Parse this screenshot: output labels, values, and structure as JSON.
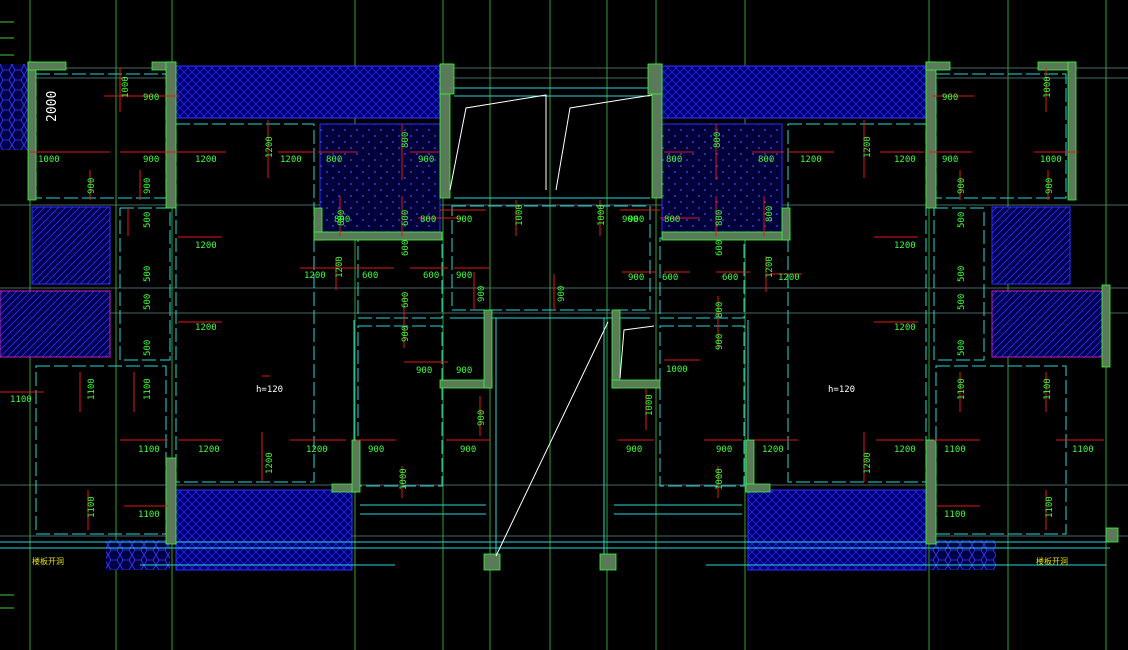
{
  "drawing": {
    "background": "#000000",
    "colors": {
      "grid": "#3cc83c",
      "wall": "#5a7a5a",
      "wall_edge": "#33ff33",
      "hatch_blue": "#1a1aff",
      "hatch_fill": "#00007a",
      "dim_line": "#e01818",
      "dim_text": "#39ff39",
      "cyan": "#28d6d6",
      "magenta": "#c020c0",
      "white": "#ffffff"
    },
    "vertical_dim_label": "2000",
    "slab_label_left": "h=120",
    "slab_label_right": "h=120",
    "stair_label_left": "楼板开洞",
    "stair_label_right": "楼板开洞",
    "dims_horizontal": [
      {
        "id": "d1",
        "t": "900"
      },
      {
        "id": "d2",
        "t": "1000"
      },
      {
        "id": "d3",
        "t": "900"
      },
      {
        "id": "d4",
        "t": "1200"
      },
      {
        "id": "d5",
        "t": "1200"
      },
      {
        "id": "d6",
        "t": "800"
      },
      {
        "id": "d7",
        "t": "900"
      },
      {
        "id": "d8",
        "t": "800"
      },
      {
        "id": "d9",
        "t": "800"
      },
      {
        "id": "d10",
        "t": "900"
      },
      {
        "id": "d11",
        "t": "900"
      },
      {
        "id": "d12",
        "t": "800"
      },
      {
        "id": "d13",
        "t": "800"
      },
      {
        "id": "d14",
        "t": "900"
      },
      {
        "id": "d15",
        "t": "800"
      },
      {
        "id": "d16",
        "t": "1200"
      },
      {
        "id": "d17",
        "t": "1200"
      },
      {
        "id": "d18",
        "t": "900"
      },
      {
        "id": "d19",
        "t": "1000"
      },
      {
        "id": "d20",
        "t": "900"
      },
      {
        "id": "d21",
        "t": "1200"
      },
      {
        "id": "d22",
        "t": "1200"
      },
      {
        "id": "d23",
        "t": "600"
      },
      {
        "id": "d24",
        "t": "600"
      },
      {
        "id": "d25",
        "t": "900"
      },
      {
        "id": "d26",
        "t": "900"
      },
      {
        "id": "d27",
        "t": "600"
      },
      {
        "id": "d28",
        "t": "600"
      },
      {
        "id": "d29",
        "t": "1200"
      },
      {
        "id": "d30",
        "t": "1200"
      },
      {
        "id": "d31",
        "t": "1200"
      },
      {
        "id": "d32",
        "t": "900"
      },
      {
        "id": "d33",
        "t": "1000"
      },
      {
        "id": "d34",
        "t": "1100"
      },
      {
        "id": "d35",
        "t": "1100"
      },
      {
        "id": "d36",
        "t": "1200"
      },
      {
        "id": "d37",
        "t": "1200"
      },
      {
        "id": "d38",
        "t": "900"
      },
      {
        "id": "d39",
        "t": "900"
      },
      {
        "id": "d40",
        "t": "900"
      },
      {
        "id": "d41",
        "t": "900"
      },
      {
        "id": "d42",
        "t": "1200"
      },
      {
        "id": "d43",
        "t": "1200"
      },
      {
        "id": "d44",
        "t": "1100"
      },
      {
        "id": "d45",
        "t": "1100"
      },
      {
        "id": "d46",
        "t": "1100"
      },
      {
        "id": "d47",
        "t": "1100"
      },
      {
        "id": "d48",
        "t": "900"
      },
      {
        "id": "d49",
        "t": "1200"
      }
    ],
    "dims_vertical": [
      {
        "id": "v1",
        "t": "1000"
      },
      {
        "id": "v2",
        "t": "1200"
      },
      {
        "id": "v3",
        "t": "800"
      },
      {
        "id": "v4",
        "t": "800"
      },
      {
        "id": "v5",
        "t": "1200"
      },
      {
        "id": "v6",
        "t": "1000"
      },
      {
        "id": "v7",
        "t": "900"
      },
      {
        "id": "v8",
        "t": "900"
      },
      {
        "id": "v9",
        "t": "500"
      },
      {
        "id": "v10",
        "t": "800"
      },
      {
        "id": "v11",
        "t": "600"
      },
      {
        "id": "v12",
        "t": "1000"
      },
      {
        "id": "v13",
        "t": "1000"
      },
      {
        "id": "v14",
        "t": "800"
      },
      {
        "id": "v15",
        "t": "800"
      },
      {
        "id": "v16",
        "t": "500"
      },
      {
        "id": "v17",
        "t": "900"
      },
      {
        "id": "v18",
        "t": "900"
      },
      {
        "id": "v19",
        "t": "1200"
      },
      {
        "id": "v20",
        "t": "600"
      },
      {
        "id": "v21",
        "t": "600"
      },
      {
        "id": "v22",
        "t": "1200"
      },
      {
        "id": "v23",
        "t": "500"
      },
      {
        "id": "v24",
        "t": "500"
      },
      {
        "id": "v25",
        "t": "500"
      },
      {
        "id": "v26",
        "t": "900"
      },
      {
        "id": "v27",
        "t": "900"
      },
      {
        "id": "v28",
        "t": "600"
      },
      {
        "id": "v29",
        "t": "800"
      },
      {
        "id": "v30",
        "t": "500"
      },
      {
        "id": "v31",
        "t": "500"
      },
      {
        "id": "v32",
        "t": "900"
      },
      {
        "id": "v33",
        "t": "900"
      },
      {
        "id": "v34",
        "t": "500"
      },
      {
        "id": "v35",
        "t": "1100"
      },
      {
        "id": "v36",
        "t": "1100"
      },
      {
        "id": "v37",
        "t": "900"
      },
      {
        "id": "v38",
        "t": "1000"
      },
      {
        "id": "v39",
        "t": "1100"
      },
      {
        "id": "v40",
        "t": "1100"
      },
      {
        "id": "v41",
        "t": "1200"
      },
      {
        "id": "v42",
        "t": "1000"
      },
      {
        "id": "v43",
        "t": "1000"
      },
      {
        "id": "v44",
        "t": "1200"
      },
      {
        "id": "v45",
        "t": "1100"
      },
      {
        "id": "v46",
        "t": "1100"
      }
    ]
  }
}
